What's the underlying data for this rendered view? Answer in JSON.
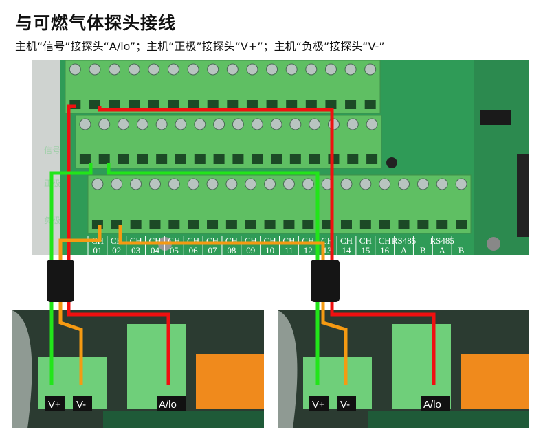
{
  "header": {
    "title": "与可燃气体探头接线",
    "subtitle": "主机“信号”接探头“A/lo”；主机“正极”接探头“V+”；主机“负极”接探头“V-”"
  },
  "board": {
    "side_labels": [
      "信号",
      "正极",
      "负极"
    ],
    "channels": [
      [
        "CH",
        "01"
      ],
      [
        "CH",
        "02"
      ],
      [
        "CH",
        "03"
      ],
      [
        "CH",
        "04"
      ],
      [
        "CH",
        "05"
      ],
      [
        "CH",
        "06"
      ],
      [
        "CH",
        "07"
      ],
      [
        "CH",
        "08"
      ],
      [
        "CH",
        "09"
      ],
      [
        "CH",
        "10"
      ],
      [
        "CH",
        "11"
      ],
      [
        "CH",
        "12"
      ],
      [
        "CH",
        "13"
      ],
      [
        "CH",
        "14"
      ],
      [
        "CH",
        "15"
      ],
      [
        "CH",
        "16"
      ],
      [
        "RS485",
        "A"
      ],
      [
        "",
        "B"
      ],
      [
        "RS485",
        "A"
      ],
      [
        "",
        "B"
      ]
    ]
  },
  "probes": [
    {
      "vplus": "V+",
      "vminus": "V-",
      "signal": "A/lo"
    },
    {
      "vplus": "V+",
      "vminus": "V-",
      "signal": "A/lo"
    }
  ],
  "colors": {
    "signal_wire": "#f01010",
    "positive_wire": "#22e51a",
    "negative_wire": "#f59a12",
    "board": "#2f9b57",
    "terminal": "#62c463"
  }
}
